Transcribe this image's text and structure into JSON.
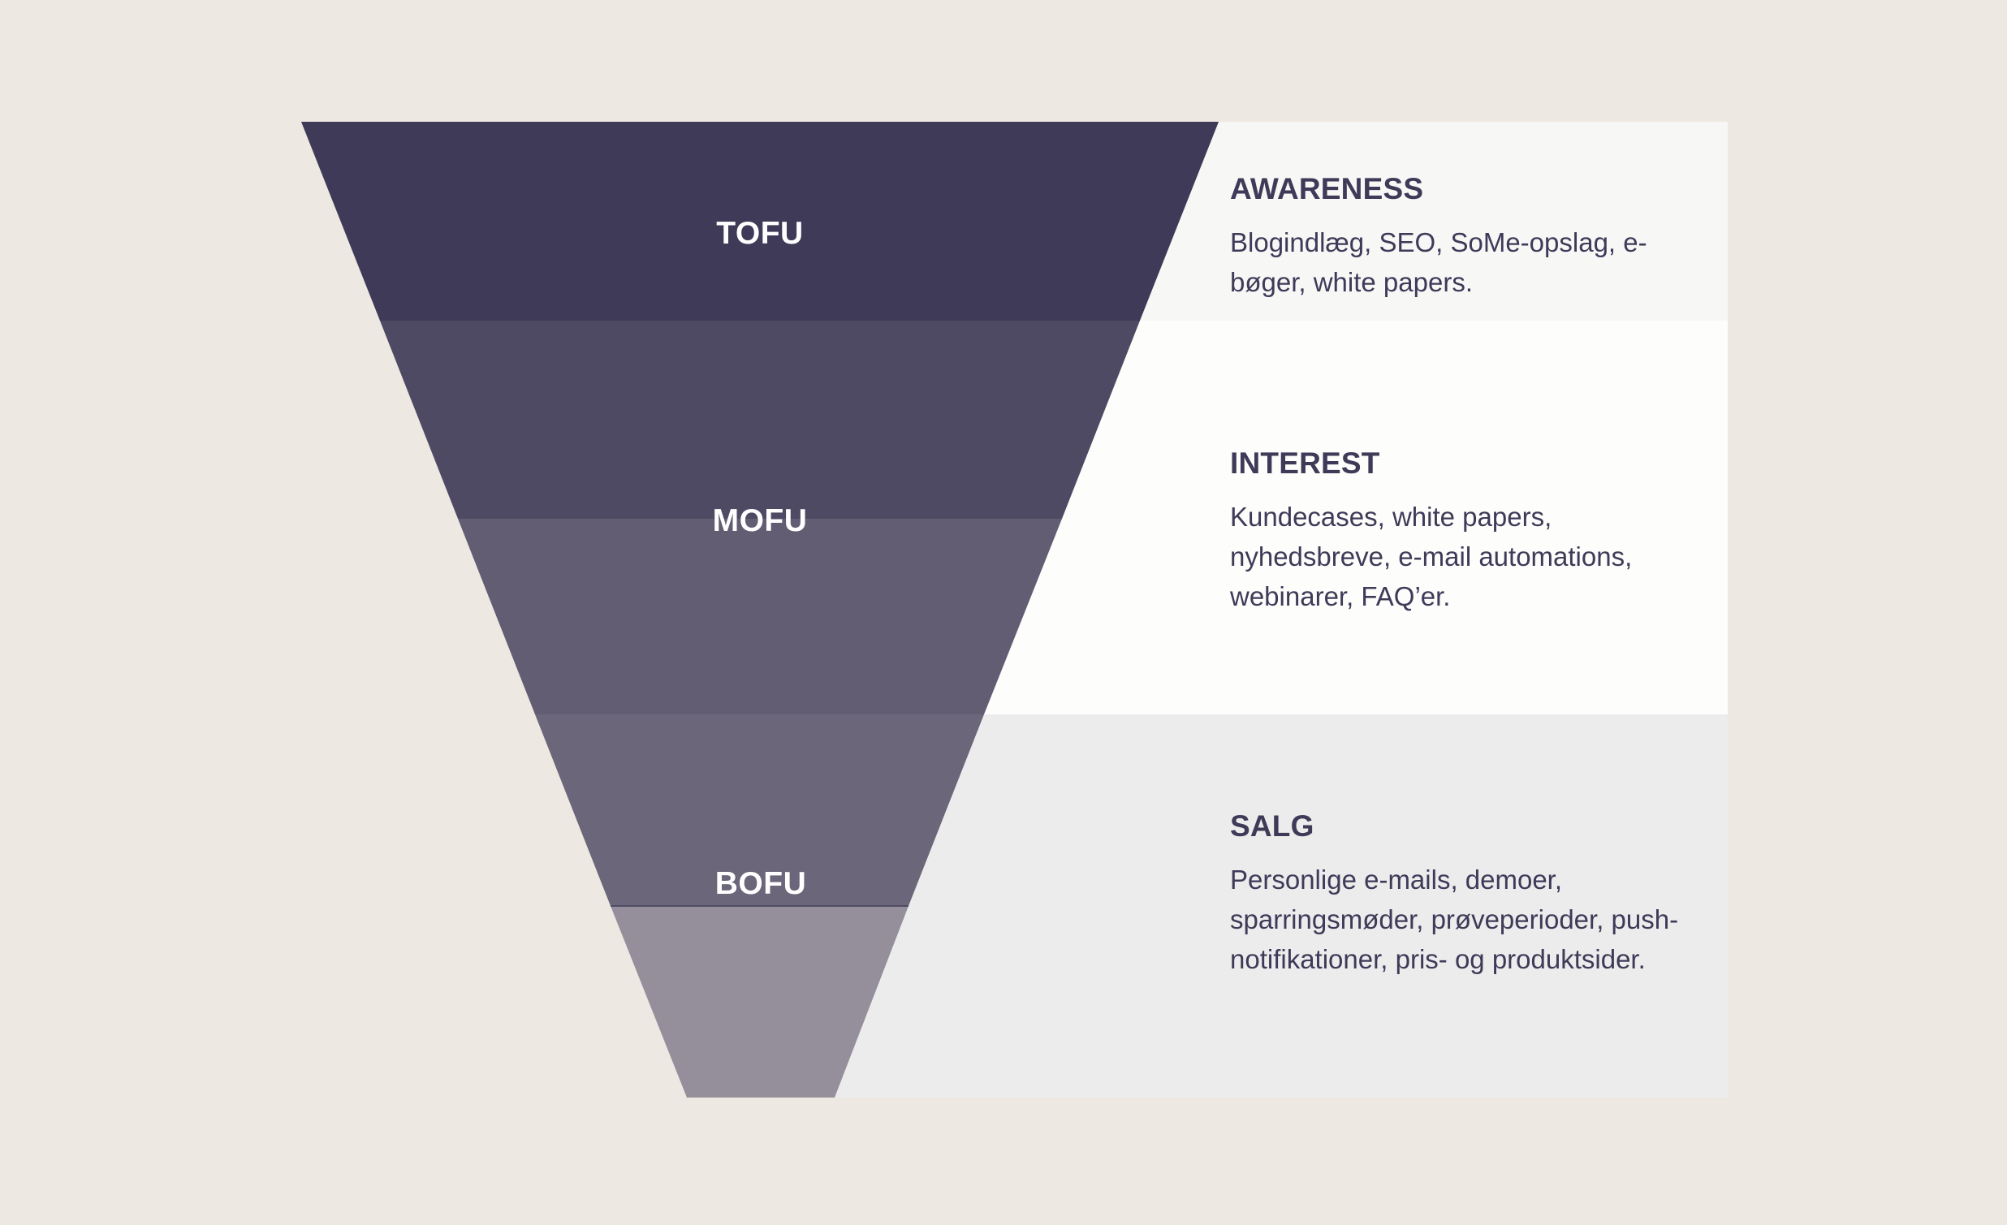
{
  "colors": {
    "background": "#ede8e2",
    "text": "#3e3a58",
    "label_text": "#ffffff",
    "bands": [
      "#3e3a58",
      "#4e4a63",
      "#625d73",
      "#6b6679",
      "#958f9c"
    ],
    "band_divider": "#504b64",
    "panel_rows": [
      "#f7f7f6",
      "#fdfdfb",
      "#ececec"
    ]
  },
  "funnel": {
    "labels": [
      {
        "text": "TOFU"
      },
      {
        "text": "MOFU"
      },
      {
        "text": "BOFU"
      }
    ],
    "band_count": 5
  },
  "stages": [
    {
      "title": "AWARENESS",
      "description": "Blogindlæg, SEO, SoMe-opslag, e-bøger, white papers."
    },
    {
      "title": "INTEREST",
      "description": "Kundecases, white papers, nyhedsbreve, e-mail automations, webinarer, FAQ’er."
    },
    {
      "title": "SALG",
      "description": "Personlige e-mails, demoer, sparringsmøder, prøveperioder, push-notifikationer, pris- og produktsider."
    }
  ]
}
